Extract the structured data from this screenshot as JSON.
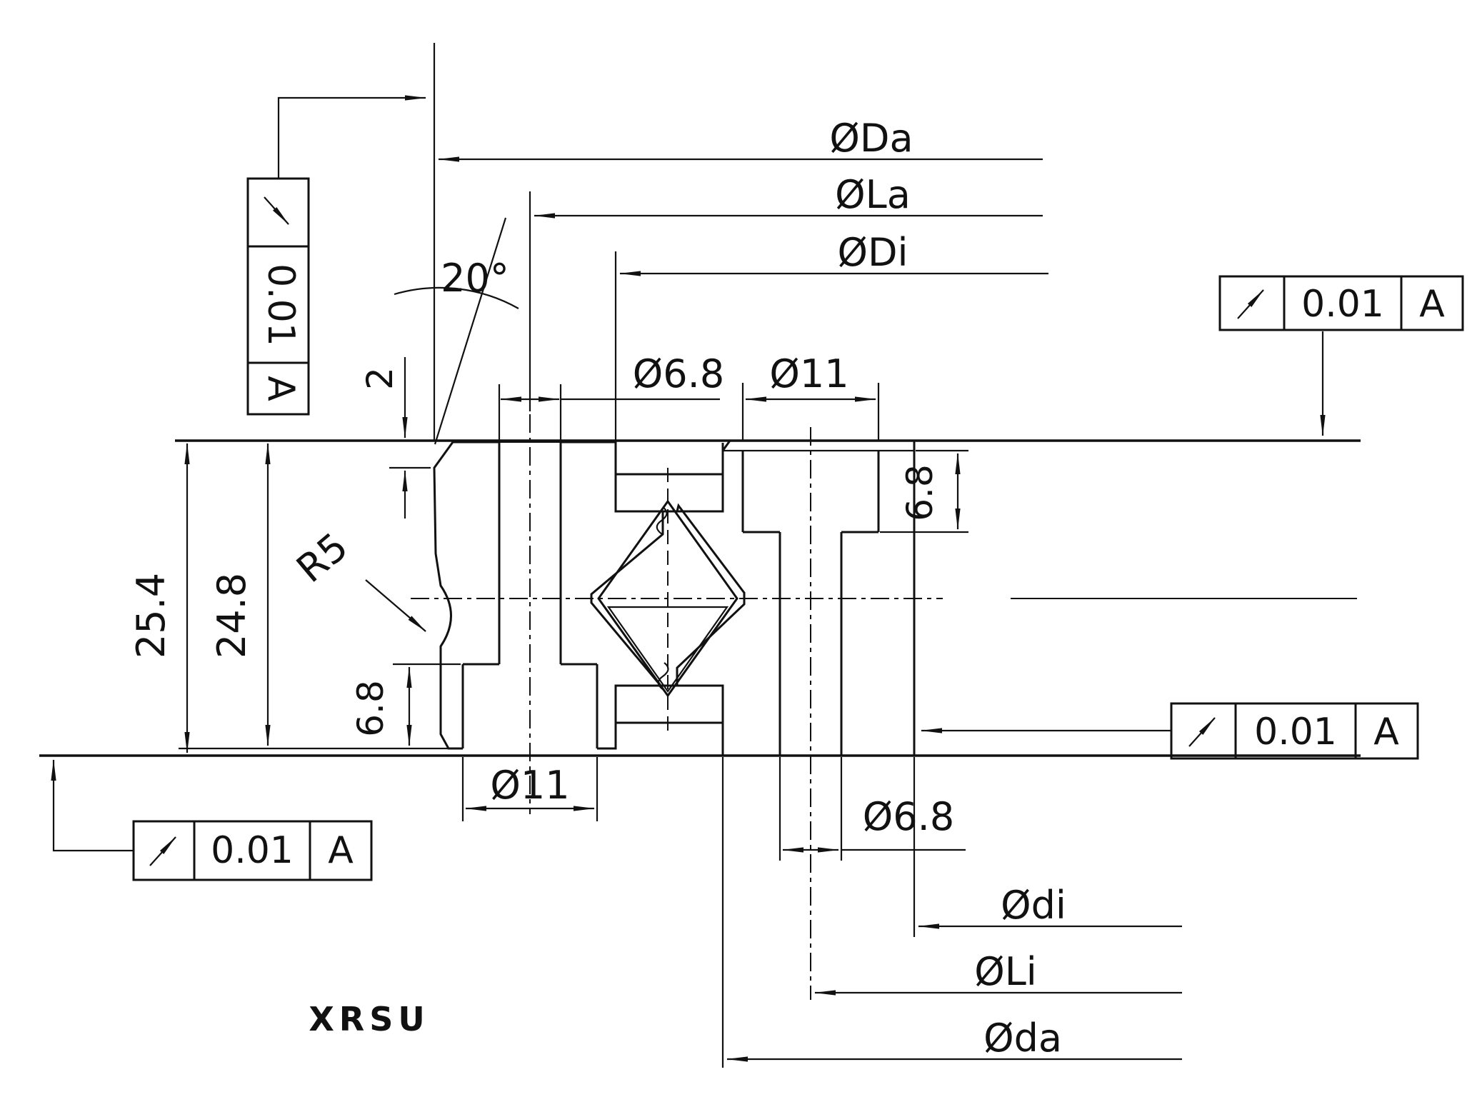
{
  "title": "XRSU crossed roller bearing cross-section drawing",
  "labels": {
    "series": "XRSU",
    "dia_outer_outside": "ØDa",
    "dia_outer_pcd": "ØLa",
    "dia_outer_bore": "ØDi",
    "dia_top_hole": "Ø6.8",
    "dia_top_cbore": "Ø11",
    "contact_angle": "20°",
    "chamfer_depth": "2",
    "fillet_radius": "R5",
    "height_inner_ring": "25.4",
    "height_outer_ring": "24.8",
    "cbore_depth_outer": "6.8",
    "cbore_depth_inner": "6.8",
    "dia_bottom_cbore": "Ø11",
    "dia_bottom_hole": "Ø6.8",
    "dia_inner_bore": "Ødi",
    "dia_inner_pcd": "ØLi",
    "dia_inner_outside": "Øda"
  },
  "tolerance_frames": {
    "top_left": {
      "symbol": "circular-runout-icon",
      "tolerance": "0.01",
      "datum": "A"
    },
    "top_right": {
      "symbol": "circular-runout-icon",
      "tolerance": "0.01",
      "datum": "A"
    },
    "mid_right": {
      "symbol": "circular-runout-icon",
      "tolerance": "0.01",
      "datum": "A"
    },
    "bottom_left": {
      "symbol": "circular-runout-icon",
      "tolerance": "0.01",
      "datum": "A"
    }
  }
}
